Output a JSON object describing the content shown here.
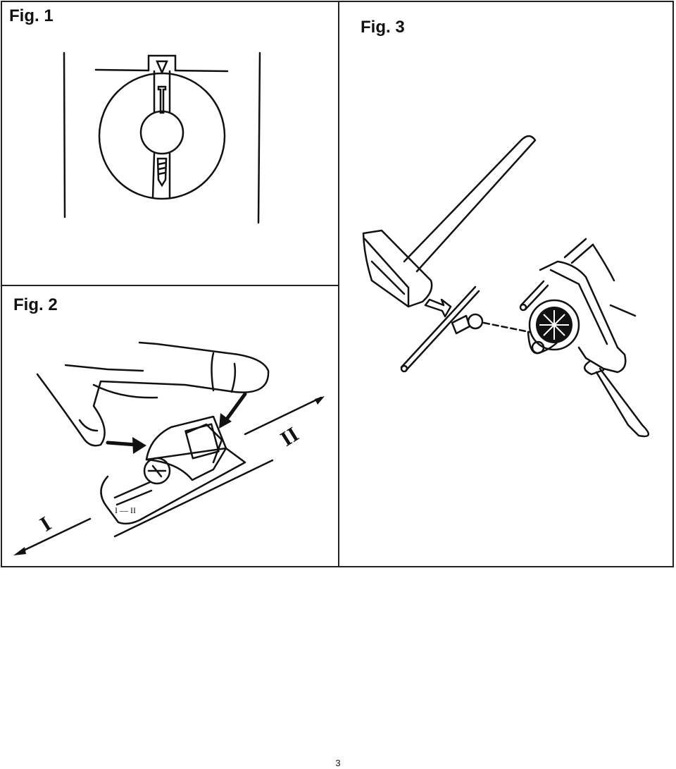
{
  "figures": [
    {
      "id": "fig1",
      "label": "Fig. 1"
    },
    {
      "id": "fig2",
      "label": "Fig. 2",
      "direction_left": "I",
      "direction_right": "II"
    },
    {
      "id": "fig3",
      "label": "Fig. 3"
    }
  ],
  "footer": {
    "page_number": "3"
  }
}
